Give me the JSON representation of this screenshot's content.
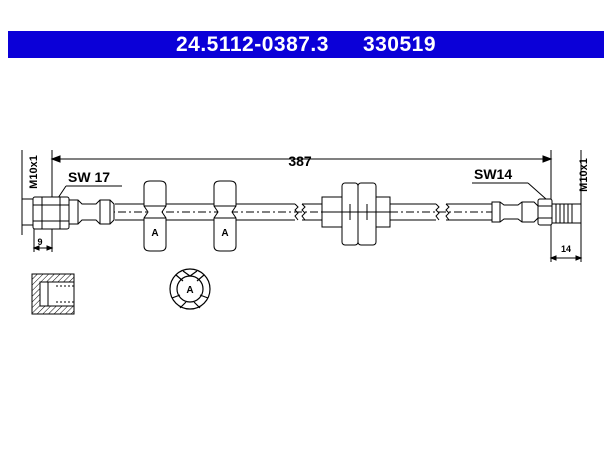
{
  "header": {
    "part_number": "24.5112-0387.3",
    "ref_number": "330519"
  },
  "dimensions": {
    "overall_length": "387",
    "left_thread": "M10x1",
    "right_thread": "M10x1",
    "left_wrench": "SW 17",
    "right_wrench": "SW14",
    "left_depth": "9",
    "right_depth": "14"
  },
  "labels": {
    "clip_a": "A"
  },
  "colors": {
    "title_bar": "#0b00d8",
    "title_text": "#ffffff",
    "line": "#000000"
  }
}
